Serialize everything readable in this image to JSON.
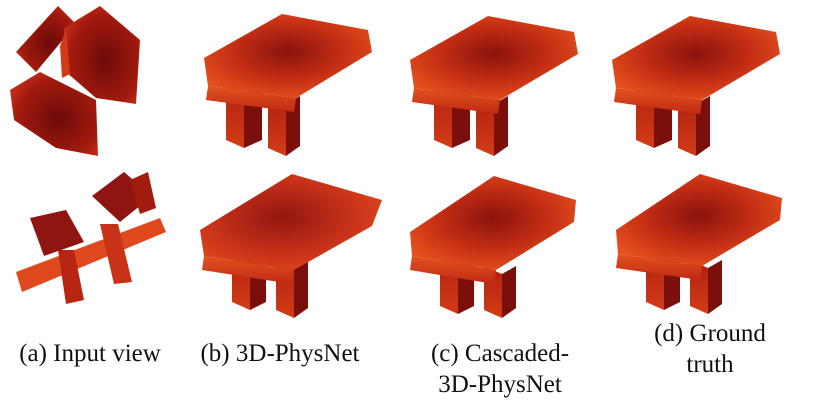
{
  "captions": {
    "a": "(a) Input view",
    "b": "(b) 3D-PhysNet",
    "c_line1": "(c) Cascaded-",
    "c_line2": "3D-PhysNet",
    "d_line1": "(d) Ground",
    "d_line2": "truth"
  },
  "colors": {
    "rim": "#e14a1c",
    "mid": "#c42e14",
    "dark": "#7a0c0a",
    "background": "#ffffff"
  }
}
